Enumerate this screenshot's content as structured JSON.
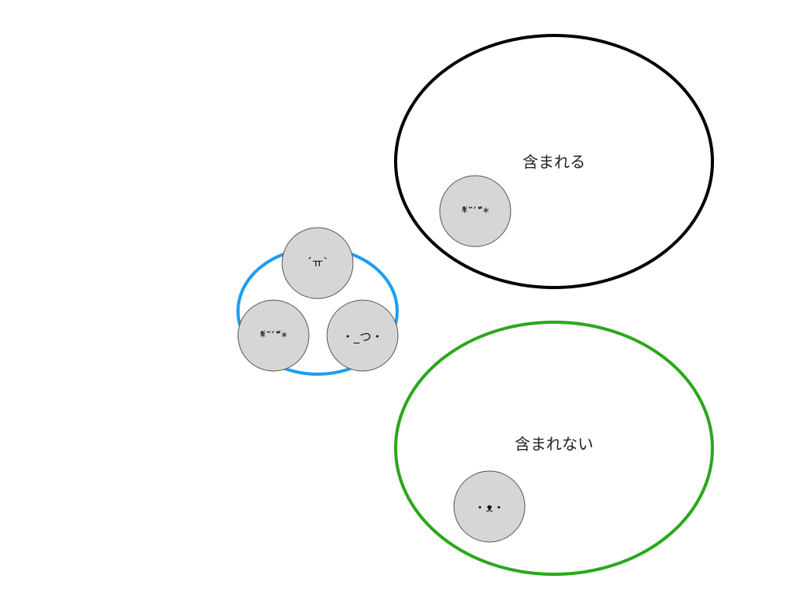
{
  "colors": {
    "background": "#ffffff",
    "group_outline": "#1a9ff0",
    "included_outline": "#000000",
    "excluded_outline": "#2aa81a",
    "face_fill": "#d6d6d6",
    "face_stroke": "#555555"
  },
  "regions": {
    "included": {
      "label": "含まれる"
    },
    "excluded": {
      "label": "含まれない"
    }
  },
  "group": {
    "faces": [
      {
        "text": "´ㅠ`"
      },
      {
        "text": "*ّ˘̀ ˘ّ́*"
      },
      {
        "text": "・_つ・"
      }
    ]
  },
  "included_face": {
    "text": "*ّ˘̀ ˘ّ́*"
  },
  "excluded_face": {
    "text": "・ᴥ・"
  }
}
